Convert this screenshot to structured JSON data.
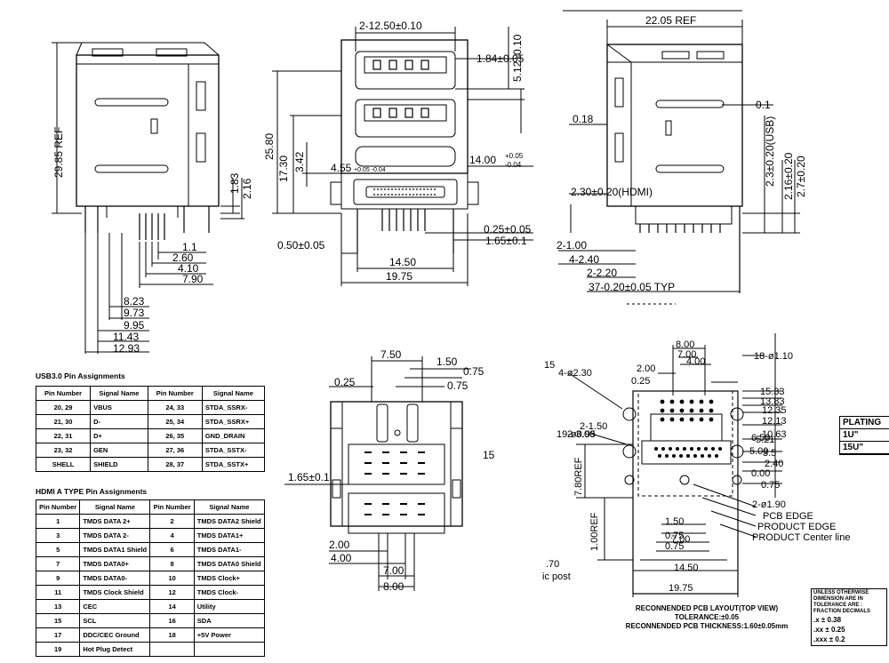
{
  "side_view": {
    "dims": [
      "29.85 REF",
      "1.83",
      "2.16",
      "1.1",
      "2.60",
      "4.10",
      "7.90",
      "8.23",
      "9.73",
      "9.95",
      "11.43",
      "12.93"
    ]
  },
  "front_view": {
    "dims": [
      "2-12.50±0.10",
      "1.84±0.05",
      "5.12±0.10",
      "25.80",
      "17.30",
      "3.42",
      "4.55",
      "14.00",
      "+0.05",
      "-0.04",
      "0.25±0.05",
      "1.65±0.1",
      "0.50±0.05",
      "14.50",
      "19.75"
    ],
    "small_dim": "+0.05 -0.04"
  },
  "right_view": {
    "dims": [
      "22.05 REF",
      "0.1",
      "0.18",
      "2.3±0.20(USB)",
      "2.16±0.20",
      "2.7±0.20",
      "2.30±0.20(HDMI)",
      "2-1.00",
      "4-2.40",
      "2-2.20",
      "37-0.20±0.05 TYP"
    ]
  },
  "bottom_view": {
    "dims": [
      "7.50",
      "1.50",
      "0.75",
      "0.25",
      "0.75",
      "1.65±0.1",
      "2.00",
      "4.00",
      "7.00",
      "8.00"
    ],
    "cut_label": "15"
  },
  "pcb_layout": {
    "dims": [
      "8.00",
      "7.00",
      "2.00",
      "4.00",
      "0.25",
      "18-ø1.10",
      "4-ø2.30",
      "15.33",
      "13.83",
      "12.35",
      "12.13",
      "10.63",
      "2-1.50",
      "2-3.00",
      "19-ø0.95",
      "6.50",
      "5.21",
      "5.00",
      "3.5",
      "2.40",
      "0.00",
      "0.75",
      "7.80REF",
      "2-ø1.90",
      "1.00REF",
      "1.50",
      "0.75",
      "0.75",
      "7.00",
      "14.50",
      "19.75"
    ],
    "edge_labels": [
      "PCB EDGE",
      "PRODUCT EDGE",
      "PRODUCT Center line"
    ],
    "left_marks": [
      "15",
      ".70",
      "ic post"
    ],
    "title": "RECONNENDED PCB LAYOUT(TOP VIEW)",
    "tolerance": "TOLERANCE:±0.05",
    "thickness": "RECONNENDED PCB THICKNESS:1.60±0.05mm"
  },
  "usb_table": {
    "title": "USB3.0 Pin Assignments",
    "headers": [
      "Pin Number",
      "Signal Name",
      "Pin Number",
      "Signal Name"
    ],
    "rows": [
      [
        "20, 29",
        "VBUS",
        "24, 33",
        "STDA_SSRX-"
      ],
      [
        "21, 30",
        "D-",
        "25, 34",
        "STDA_SSRX+"
      ],
      [
        "22, 31",
        "D+",
        "26, 35",
        "GND_DRAIN"
      ],
      [
        "23, 32",
        "GEN",
        "27, 36",
        "STDA_SSTX-"
      ],
      [
        "SHELL",
        "SHIELD",
        "28, 37",
        "STDA_SSTX+"
      ]
    ]
  },
  "hdmi_table": {
    "title": "HDMI A TYPE Pin Assignments",
    "headers": [
      "Pin Number",
      "Signal Name",
      "Pin Number",
      "Signal Name"
    ],
    "rows": [
      [
        "1",
        "TMDS DATA 2+",
        "2",
        "TMDS DATA2 Shield"
      ],
      [
        "3",
        "TMDS DATA 2-",
        "4",
        "TMDS DATA1+"
      ],
      [
        "5",
        "TMDS DATA1 Shield",
        "6",
        "TMDS DATA1-"
      ],
      [
        "7",
        "TMDS DATA0+",
        "8",
        "TMDS DATA0 Shield"
      ],
      [
        "9",
        "TMDS DATA0-",
        "10",
        "TMDS Clock+"
      ],
      [
        "11",
        "TMDS Clock Shield",
        "12",
        "TMDS Clock-"
      ],
      [
        "13",
        "CEC",
        "14",
        "Utility"
      ],
      [
        "15",
        "SCL",
        "16",
        "SDA"
      ],
      [
        "17",
        "DDC/CEC Ground",
        "18",
        "+5V Power"
      ],
      [
        "19",
        "Hot Plug Detect",
        "",
        ""
      ]
    ]
  },
  "plating": {
    "title": "PLATING",
    "rows": [
      "1U\"",
      "15U\""
    ]
  },
  "tolerance_box": {
    "lines": [
      "UNLESS OTHERWISE",
      "DIMENSION ARE IN",
      "TOLERANCE ARE :",
      "FRACTION DECIMALS",
      ".x  ± 0.38",
      ".xx  ± 0.25",
      ".xxx ± 0.2"
    ]
  }
}
